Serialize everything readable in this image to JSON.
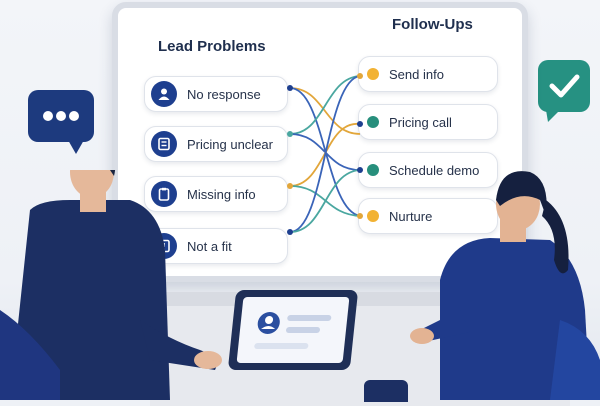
{
  "board": {
    "left_title": "Lead Problems",
    "right_title": "Follow-Ups",
    "lead_problems": [
      {
        "label": "No response",
        "icon": "person-icon"
      },
      {
        "label": "Pricing unclear",
        "icon": "document-icon"
      },
      {
        "label": "Missing info",
        "icon": "clipboard-icon"
      },
      {
        "label": "Not a fit",
        "icon": "exclamation-icon"
      }
    ],
    "follow_ups": [
      {
        "label": "Send info",
        "dot_color": "#f2b233"
      },
      {
        "label": "Pricing call",
        "dot_color": "#278f7c"
      },
      {
        "label": "Schedule demo",
        "dot_color": "#278f7c"
      },
      {
        "label": "Nurture",
        "dot_color": "#f2b233"
      }
    ]
  },
  "colors": {
    "navy": "#1e3f8f",
    "teal": "#278f7c",
    "amber": "#f2b233",
    "line_blue": "#3a64b8"
  }
}
